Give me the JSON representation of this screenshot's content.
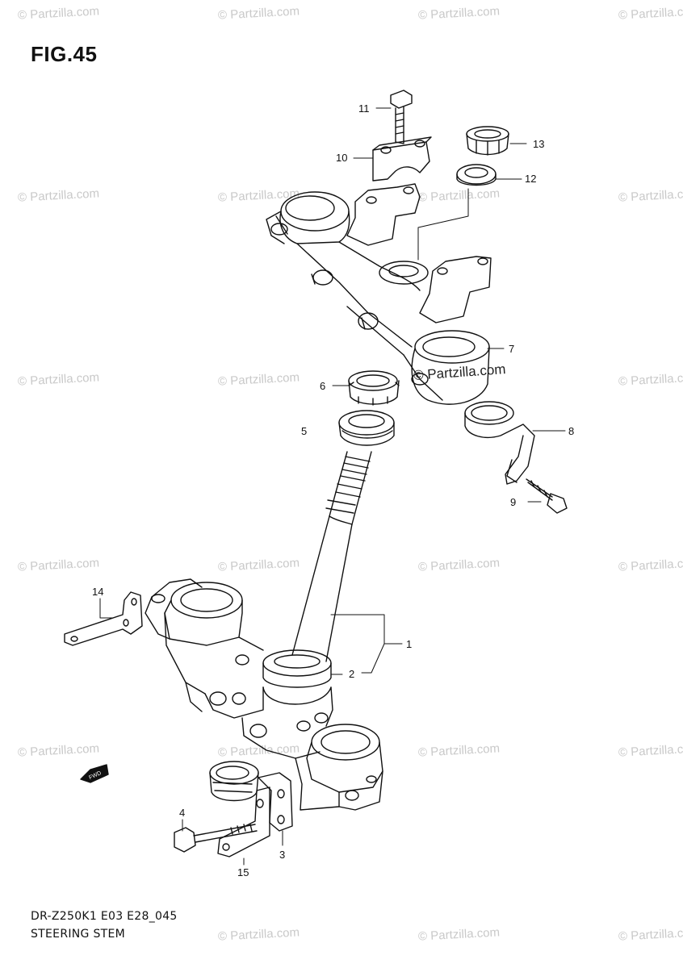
{
  "figure_title": "FIG.45",
  "model_code": "DR-Z250K1 E03 E28_045",
  "diagram_name": "STEERING STEM",
  "watermark_text": "© Partzilla.com",
  "center_watermark": "© Partzilla.com",
  "fwd_label": "FWD",
  "callouts": [
    "1",
    "2",
    "3",
    "4",
    "5",
    "6",
    "7",
    "8",
    "9",
    "10",
    "11",
    "12",
    "13",
    "14",
    "15"
  ],
  "colors": {
    "line": "#111111",
    "watermark": "#c9c9c9",
    "background": "#ffffff"
  }
}
